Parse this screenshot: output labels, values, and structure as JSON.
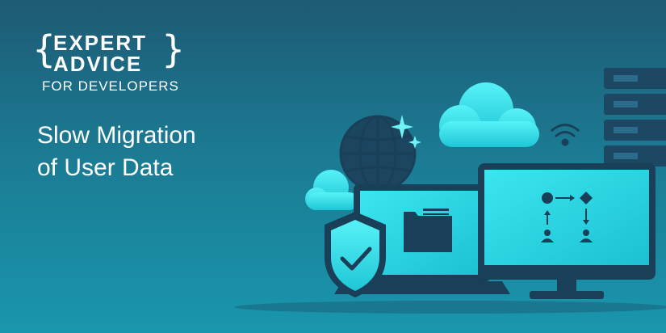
{
  "logo": {
    "line1": "EXPERT",
    "line2": "ADVICE",
    "line3": "FOR DEVELOPERS",
    "brace_left": "{",
    "brace_right": "}"
  },
  "headline": {
    "line1": "Slow Migration",
    "line2": "of User Data"
  },
  "colors": {
    "background_top": "#1e5a74",
    "background_bottom": "#1996ad",
    "accent_cyan": "#3ee0ea",
    "dark_navy": "#1a3f58",
    "text": "#ffffff"
  },
  "illustration": {
    "icons": [
      "globe-icon",
      "sparkle-icon",
      "cloud-icon",
      "wifi-icon",
      "server-rack-icon",
      "laptop-icon",
      "folder-icon",
      "shield-check-icon",
      "monitor-icon",
      "flowchart-icon",
      "user-icon"
    ]
  }
}
